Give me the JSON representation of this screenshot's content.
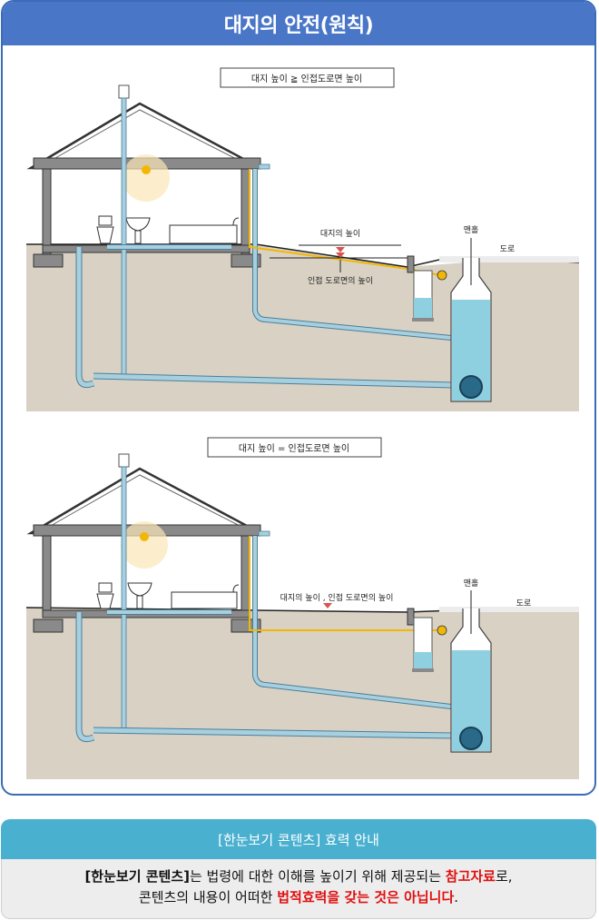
{
  "header": {
    "title": "대지의 안전(원칙)"
  },
  "diagrams": [
    {
      "caption": "대지 높이 ≧ 인접도로면 높이",
      "site_level_label": "대지의 높이",
      "road_level_label": "인접 도로면의 높이",
      "manhole_label": "맨홀",
      "road_label": "도로"
    },
    {
      "caption": "대지 높이 = 인접도로면 높이",
      "level_label": "대지의 높이 , 인접 도로면의 높이",
      "manhole_label": "맨홀",
      "road_label": "도로"
    }
  ],
  "notice": {
    "title": "[한눈보기 콘텐츠] 효력 안내",
    "line1_a": "[한눈보기 콘텐츠]",
    "line1_b": "는 법령에 대한 이해를 높이기 위해 제공되는 ",
    "line1_c": "참고자료",
    "line1_d": "로,",
    "line2_a": "콘텐츠의 내용이 어떠한 ",
    "line2_b": "법적효력을 갖는 것은 아닙니다",
    "line2_c": "."
  },
  "colors": {
    "header_bg": "#4a76c8",
    "notice_bg": "#4ab0d0",
    "ground": "#d9d2c4",
    "water": "#8ecfe0",
    "pipe": "#a8cfdd",
    "drain": "#f2b705",
    "marker": "#d9534f"
  }
}
